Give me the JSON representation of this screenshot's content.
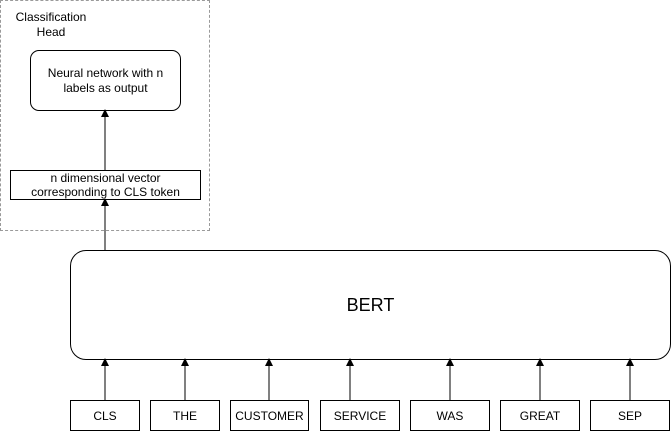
{
  "classification_head": {
    "label": "Classification Head"
  },
  "neural_network": {
    "label": "Neural network with n labels as output"
  },
  "vector": {
    "label": "n dimensional vector corresponding to CLS token"
  },
  "bert": {
    "label": "BERT"
  },
  "tokens": [
    "CLS",
    "THE",
    "CUSTOMER",
    "SERVICE",
    "WAS",
    "GREAT",
    "SEP"
  ],
  "colors": {
    "stroke": "#000000",
    "dashed_border": "#9a9a9a",
    "background": "#ffffff"
  }
}
